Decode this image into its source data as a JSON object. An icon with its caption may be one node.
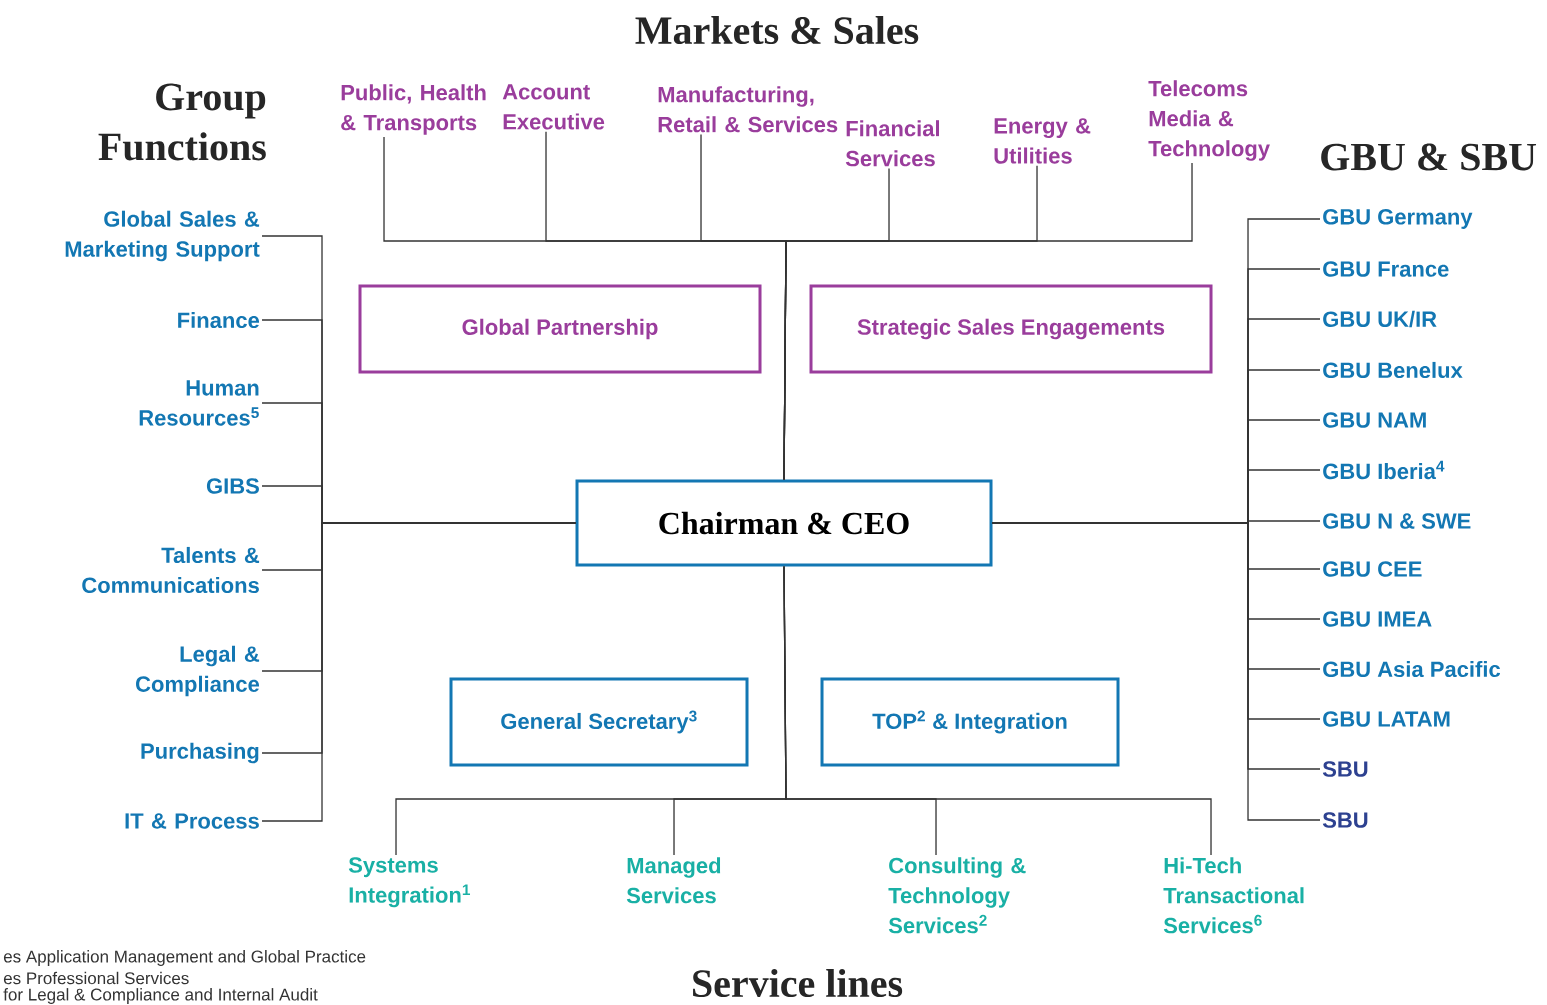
{
  "diagram": {
    "nodes": [
      {
        "text": [
          "Chairman & CEO"
        ]
      },
      {
        "text": [
          "Public, Health & Transports"
        ]
      },
      {
        "text": [
          "Account Executive"
        ]
      },
      {
        "text": [
          "Manufacturing, Retail & Services"
        ]
      },
      {
        "text": [
          "Financial Services"
        ]
      },
      {
        "text": [
          "Energy & Utilities"
        ]
      },
      {
        "text": [
          "Telecoms Media & Technology"
        ]
      },
      {
        "text": [
          "Global Partnership"
        ]
      },
      {
        "text": [
          "Strategic Sales Engagements"
        ]
      },
      {
        "text": [
          "Global Sales & Marketing Support"
        ]
      },
      {
        "text": [
          "Finance"
        ]
      },
      {
        "text": [
          "Human Resources$^{5}$"
        ]
      },
      {
        "text": [
          "GIBS"
        ]
      },
      {
        "text": [
          "Talents & Communications"
        ]
      },
      {
        "text": [
          "Legal & Compliance"
        ]
      },
      {
        "text": [
          "Purchasing"
        ]
      },
      {
        "text": [
          "IT & Process"
        ]
      },
      {
        "text": [
          "GBU Germany"
        ]
      },
      {
        "text": [
          "GBU France"
        ]
      },
      {
        "text": [
          "GBU UK/IR"
        ]
      },
      {
        "text": [
          "GBU Benelux"
        ]
      },
      {
        "text": [
          "GBU NAM"
        ]
      },
      {
        "text": [
          "GBU Iberia$^{4}$"
        ]
      },
      {
        "text": [
          "GBU N & SWE"
        ]
      },
      {
        "text": [
          "GBU CEE"
        ]
      },
      {
        "text": [
          "GBU IMEA"
        ]
      },
      {
        "text": [
          "GBU Asia Pacific"
        ]
      },
      {
        "text": [
          "GBU LATAM"
        ]
      },
      {
        "text": [
          "SBU"
        ]
      },
      {
        "text": [
          "SBU"
        ]
      },
      {
        "text": [
          "General Secretary$^{3}$"
        ]
      },
      {
        "text": [
          "TOP$^{2}$ & Integration"
        ]
      },
      {
        "text": [
          "Systems Integration$^{1}$"
        ]
      },
      {
        "text": [
          "Managed Services"
        ]
      },
      {
        "text": [
          "Consulting & Technology Services$^{2}$"
        ]
      },
      {
        "text": [
          "Hi-Tech Transactional Services$^{6}$"
        ]
      }
    ],
    "edges": [
      {
        "from": 0,
        "to": 1,
        "arrow": "none"
      },
      {
        "from": 0,
        "to": 2,
        "arrow": "none"
      },
      {
        "from": 0,
        "to": 3,
        "arrow": "none"
      },
      {
        "from": 0,
        "to": 4,
        "arrow": "none"
      },
      {
        "from": 0,
        "to": 5,
        "arrow": "none"
      },
      {
        "from": 0,
        "to": 6,
        "arrow": "none"
      },
      {
        "from": 0,
        "to": 9,
        "arrow": "none"
      },
      {
        "from": 0,
        "to": 10,
        "arrow": "none"
      },
      {
        "from": 0,
        "to": 11,
        "arrow": "none"
      },
      {
        "from": 0,
        "to": 12,
        "arrow": "none"
      },
      {
        "from": 0,
        "to": 13,
        "arrow": "none"
      },
      {
        "from": 0,
        "to": 14,
        "arrow": "none"
      },
      {
        "from": 0,
        "to": 15,
        "arrow": "none"
      },
      {
        "from": 0,
        "to": 16,
        "arrow": "none"
      },
      {
        "from": 0,
        "to": 17,
        "arrow": "none"
      },
      {
        "from": 0,
        "to": 18,
        "arrow": "none"
      },
      {
        "from": 0,
        "to": 19,
        "arrow": "none"
      },
      {
        "from": 0,
        "to": 20,
        "arrow": "none"
      },
      {
        "from": 0,
        "to": 21,
        "arrow": "none"
      },
      {
        "from": 0,
        "to": 22,
        "arrow": "none"
      },
      {
        "from": 0,
        "to": 23,
        "arrow": "none"
      },
      {
        "from": 0,
        "to": 24,
        "arrow": "none"
      },
      {
        "from": 0,
        "to": 25,
        "arrow": "none"
      },
      {
        "from": 0,
        "to": 26,
        "arrow": "none"
      },
      {
        "from": 0,
        "to": 27,
        "arrow": "none"
      },
      {
        "from": 0,
        "to": 28,
        "arrow": "none"
      },
      {
        "from": 0,
        "to": 29,
        "arrow": "none"
      },
      {
        "from": 0,
        "to": 32,
        "arrow": "none"
      },
      {
        "from": 0,
        "to": 33,
        "arrow": "none"
      },
      {
        "from": 0,
        "to": 34,
        "arrow": "none"
      },
      {
        "from": 0,
        "to": 35,
        "arrow": "none"
      }
    ],
    "labels": [
      "Markets & Sales",
      "Group Functions",
      "GBU & SBU",
      "Service lines",
      "es Application Management and Global Practice",
      "es Professional Services",
      "for Legal & Compliance and Internal Audit"
    ]
  }
}
